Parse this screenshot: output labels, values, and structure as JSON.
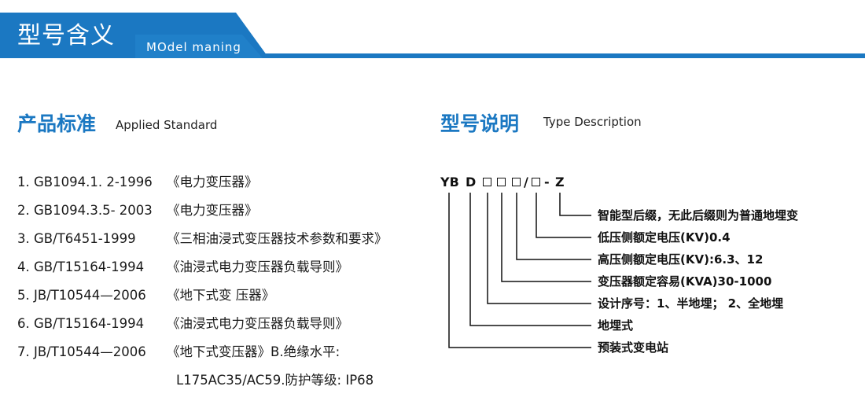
{
  "banner": {
    "title": "型号含义",
    "subtitle": "MOdel maning"
  },
  "standards": {
    "title": "产品标准",
    "subtitle": "Applied Standard",
    "items": [
      {
        "num": "1. GB1094.1. 2-1996",
        "name": "《电力变压器》"
      },
      {
        "num": "2. GB1094.3.5- 2003",
        "name": "《电力变压器》"
      },
      {
        "num": "3. GB/T6451-1999",
        "name": "《三相油浸式变压器技术参数和要求》"
      },
      {
        "num": "4. GB/T15164-1994",
        "name": "《油浸式电力变压器负载导则》"
      },
      {
        "num": "5. JB/T10544—2006",
        "name": "《地下式变 压器》"
      },
      {
        "num": "6. GB/T15164-1994",
        "name": "《油浸式电力变压器负载导则》"
      },
      {
        "num": "7. JB/T10544—2006",
        "name": "《地下式变压器》B.绝缘水平:"
      }
    ],
    "continuation": "L175AC35/AC59.防护等级: IP68"
  },
  "type_description": {
    "title": "型号说明",
    "subtitle": "Type Description",
    "code": {
      "yb": "YB",
      "d": "D",
      "slash": "/",
      "dash": "-",
      "z": "Z"
    },
    "descriptions": [
      "智能型后缀，无此后缀则为普通地埋变",
      "低压侧额定电压(KV)0.4",
      "高压侧额定电压(KV):6.3、12",
      "变压器额定容易(KVA)30-1000",
      "设计序号：1、半地埋； 2、全地埋",
      "地埋式",
      "预装式变电站"
    ]
  },
  "colors": {
    "accent": "#1b78c2",
    "text": "#1a1a1a"
  }
}
